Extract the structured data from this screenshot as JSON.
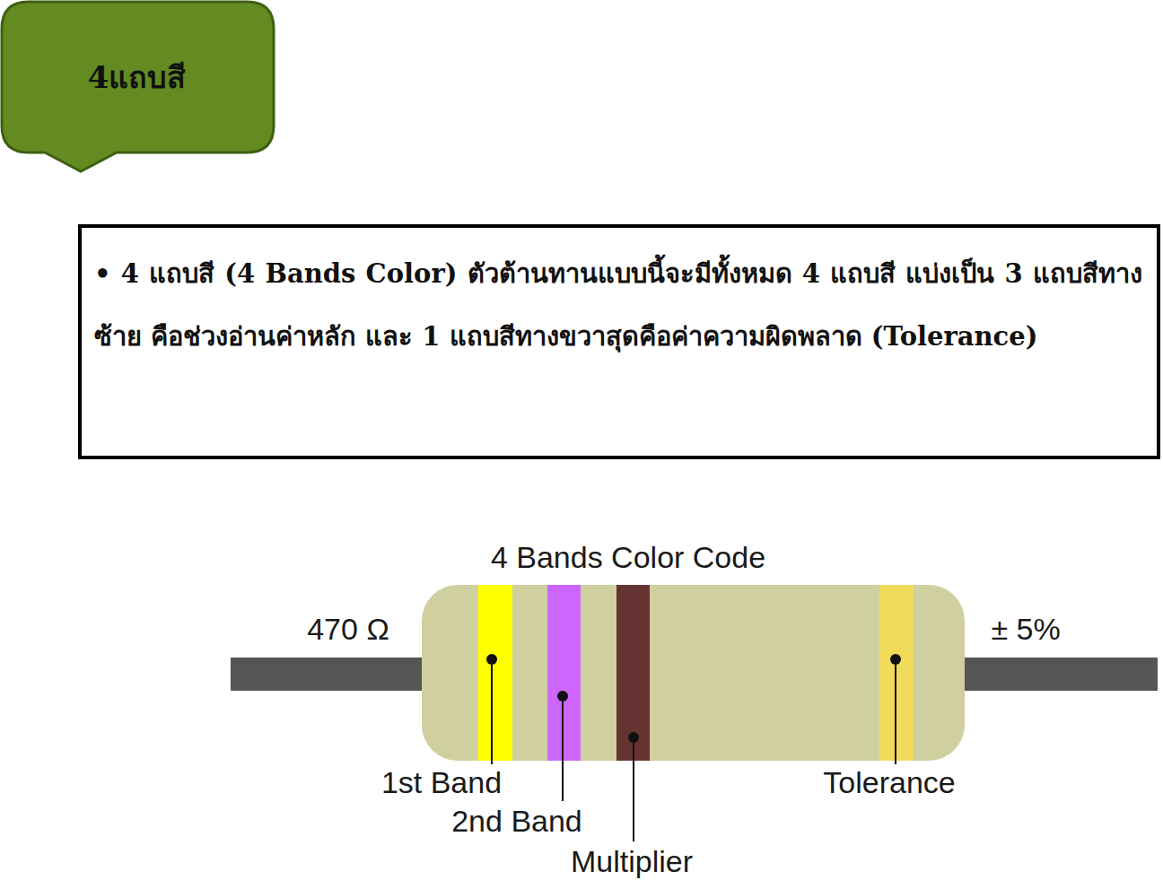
{
  "diagram": {
    "nodes": [
      {
        "text": [
          "4แถบสี"
        ]
      },
      {
        "text": [
          "• 4 แถบสี (4 Bands Color) ตัวต้านทานแบบนี้จะมีทั้งหมด 4 แถบสี แบ่งเป็น 3 แถบสีทางซ้าย คือช่วงอ่านค่าหลัก และ 1 แถบสีทางขวาสุดคือค่าความผิดพลาด (Tolerance)"
        ]
      }
    ],
    "labels": [
      "4 Bands Color Code",
      "470 Ω",
      "± 5%",
      "1st Band",
      "2nd Band",
      "Multiplier",
      "Tolerance"
    ]
  }
}
